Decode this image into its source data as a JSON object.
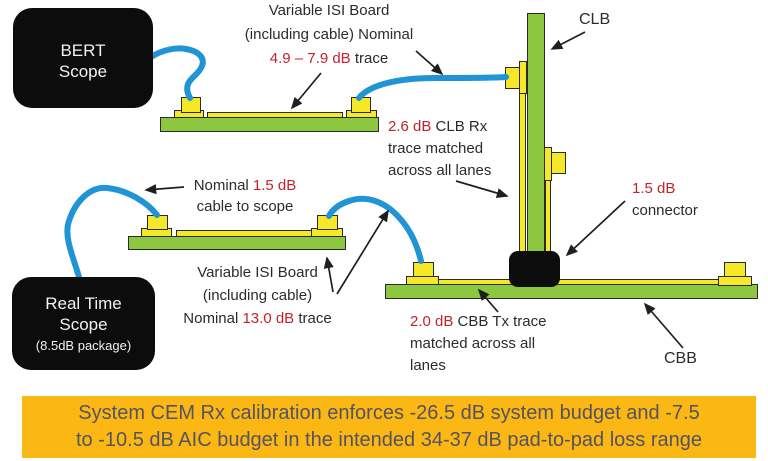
{
  "colors": {
    "board_green": "#8dc63f",
    "connector_yellow": "#f5e829",
    "cable_blue": "#2094d4",
    "red_text": "#c3232b",
    "black_text": "#2b2b2b",
    "device_black": "#0c0c0c",
    "device_text": "#f2f2f2",
    "banner_bg": "#fbb814",
    "banner_text": "#555262"
  },
  "devices": {
    "bert_scope": {
      "line1": "BERT",
      "line2": "Scope"
    },
    "real_time_scope": {
      "line1": "Real Time",
      "line2": "Scope",
      "line3": "(8.5dB package)"
    }
  },
  "labels": {
    "isi_top": {
      "line1": "Variable ISI Board",
      "line2": "(including cable) Nominal",
      "value": "4.9 – 7.9 dB",
      "suffix": " trace"
    },
    "clb": "CLB",
    "clb_rx": {
      "value": "2.6 dB",
      "rest": " CLB Rx",
      "line2": "trace matched",
      "line3": "across all lanes"
    },
    "connector": {
      "value": "1.5 dB",
      "line2": "connector"
    },
    "cable_scope": {
      "prefix": "Nominal ",
      "value": "1.5 dB",
      "line2": "cable to scope"
    },
    "isi_bottom": {
      "line1": "Variable ISI Board",
      "line2": "(including cable)",
      "line3_prefix": "Nominal ",
      "value": "13.0 dB",
      "line3_suffix": " trace"
    },
    "cbb_tx": {
      "value": "2.0 dB",
      "rest": " CBB Tx trace",
      "line2": "matched across all",
      "line3": "lanes"
    },
    "cbb": "CBB"
  },
  "banner": {
    "line1": "System CEM Rx calibration enforces -26.5 dB system budget and -7.5",
    "line2": "to -10.5 dB AIC budget in the intended 34-37 dB pad-to-pad loss range"
  }
}
